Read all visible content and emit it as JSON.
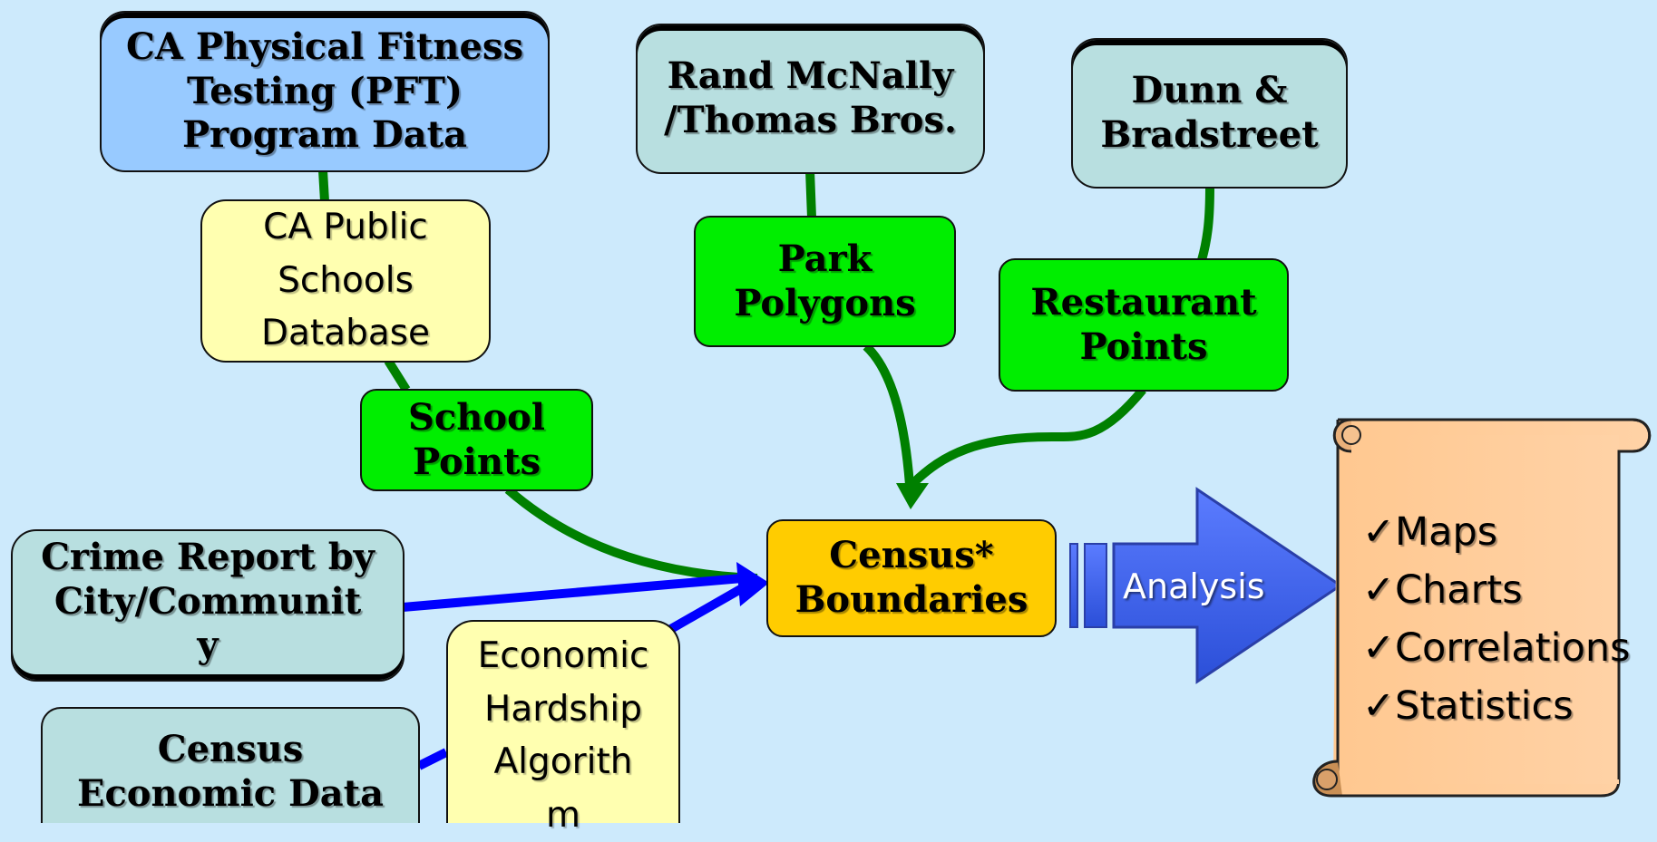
{
  "colors": {
    "background": "#cdeafc",
    "source_blue": "#98caff",
    "source_teal": "#b8dfe0",
    "intermediate_yellow": "#ffffb0",
    "layer_green": "#00ee00",
    "census_gold": "#ffcc00",
    "green_connector": "#008000",
    "blue_connector": "#0000ff",
    "arrow_blue": "#3d63ee",
    "scroll_peach": "#ffcc99"
  },
  "nodes": {
    "pft": "CA Physical Fitness\nTesting (PFT)\nProgram Data",
    "rand": "Rand McNally\n/Thomas Bros.",
    "dunn": "Dunn &\nBradstreet",
    "schools_db": "CA Public\nSchools\nDatabase",
    "park": "Park\nPolygons",
    "restaurant": "Restaurant\nPoints",
    "school_points": "School\nPoints",
    "census_boundaries": "Census*\nBoundaries",
    "crime": "Crime Report by\nCity/Communit\ny",
    "census_econ": "Census\nEconomic Data",
    "hardship": "Economic\nHardship\nAlgorith\nm"
  },
  "arrow": {
    "label": "Analysis"
  },
  "results": {
    "check": "✓",
    "items": [
      "Maps",
      "Charts",
      "Correlations",
      "Statistics"
    ]
  }
}
